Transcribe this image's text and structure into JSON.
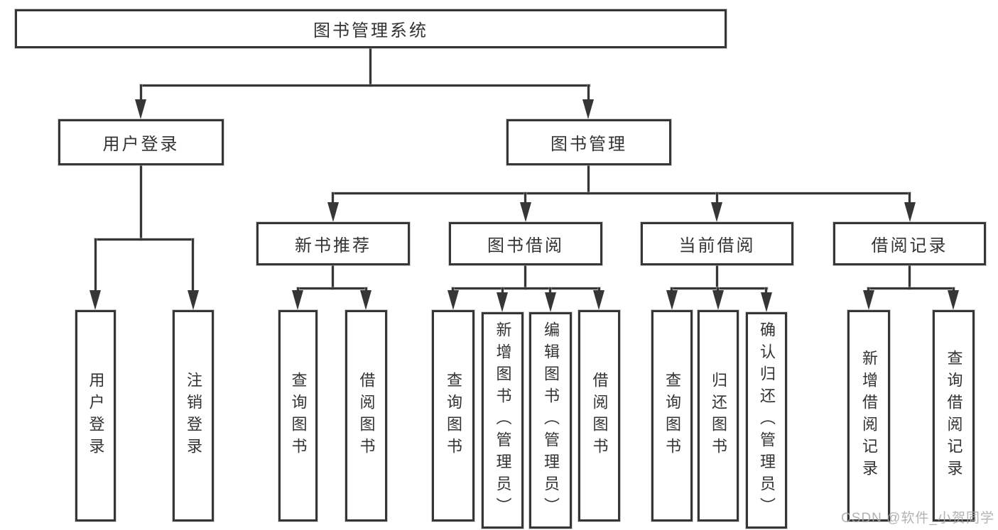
{
  "hierarchy": {
    "label": "图书管理系统",
    "children": [
      {
        "label": "用户登录",
        "children": [
          {
            "label": "用户登录"
          },
          {
            "label": "注销登录"
          }
        ]
      },
      {
        "label": "图书管理",
        "children": [
          {
            "label": "新书推荐",
            "children": [
              {
                "label": "查询图书"
              },
              {
                "label": "借阅图书"
              }
            ]
          },
          {
            "label": "图书借阅",
            "children": [
              {
                "label": "查询图书"
              },
              {
                "label": "新增图书（管理员）"
              },
              {
                "label": "编辑图书（管理员）"
              },
              {
                "label": "借阅图书"
              }
            ]
          },
          {
            "label": "当前借阅",
            "children": [
              {
                "label": "查询图书"
              },
              {
                "label": "归还图书"
              },
              {
                "label": "确认归还（管理员）"
              }
            ]
          },
          {
            "label": "借阅记录",
            "children": [
              {
                "label": "新增借阅记录"
              },
              {
                "label": "查询借阅记录"
              }
            ]
          }
        ]
      }
    ]
  },
  "watermark": {
    "text": "CSDN @软件_小贺同学"
  },
  "colors": {
    "line": "#363636",
    "box_border": "#363636",
    "box_fill": "#ffffff",
    "text": "#333333",
    "watermark": "#a9a9a9"
  }
}
